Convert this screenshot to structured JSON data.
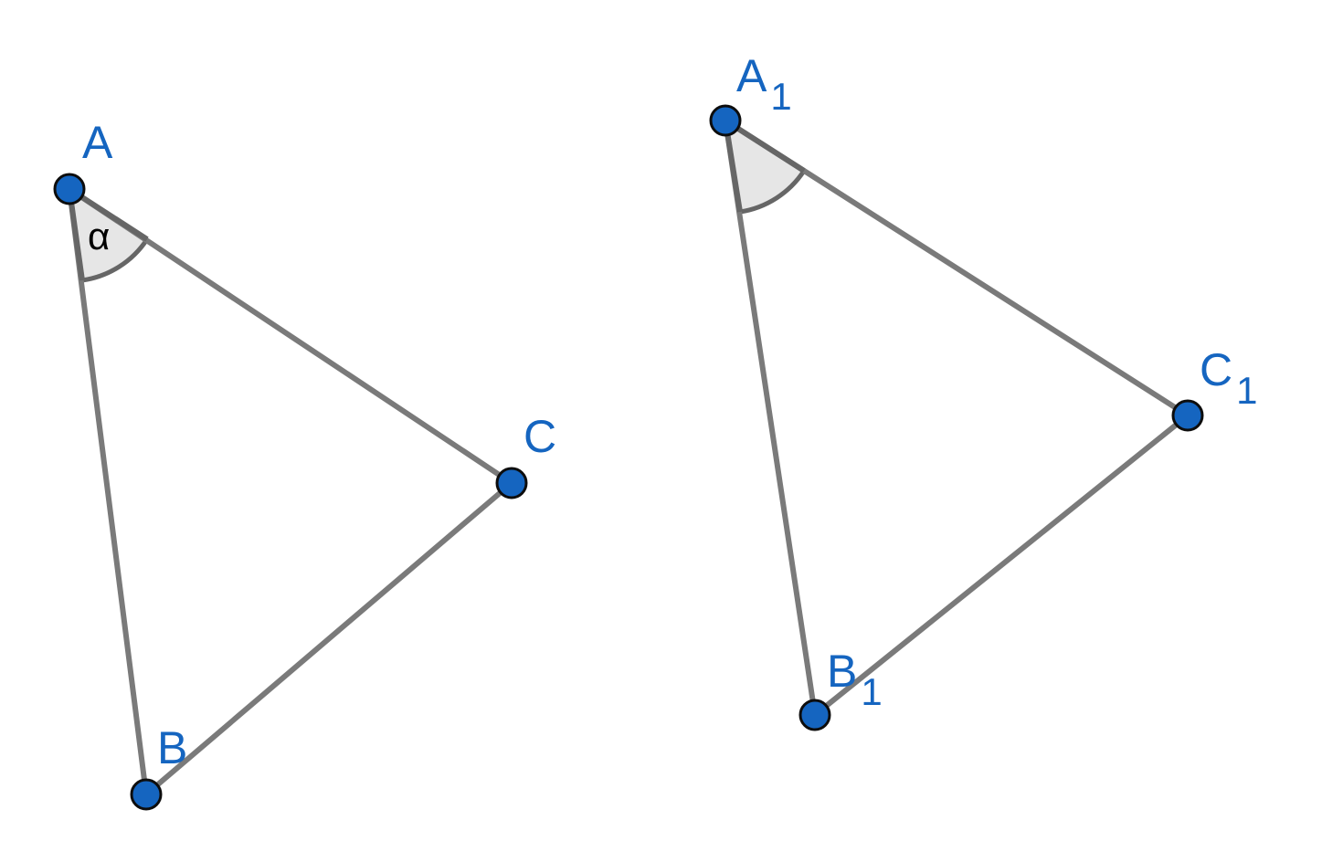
{
  "colors": {
    "point_fill": "#1565c0",
    "edge": "#7a7a7a",
    "angle_fill": "#e6e6e6",
    "label": "#1565c0",
    "angle_label": "#000000"
  },
  "triangles": [
    {
      "name": "ABC",
      "angle_label": "α",
      "vertices": {
        "A": {
          "letter": "A",
          "subscript": ""
        },
        "B": {
          "letter": "B",
          "subscript": ""
        },
        "C": {
          "letter": "C",
          "subscript": ""
        }
      }
    },
    {
      "name": "A1B1C1",
      "angle_label": "",
      "vertices": {
        "A": {
          "letter": "A",
          "subscript": "1"
        },
        "B": {
          "letter": "B",
          "subscript": "1"
        },
        "C": {
          "letter": "C",
          "subscript": "1"
        }
      }
    }
  ]
}
